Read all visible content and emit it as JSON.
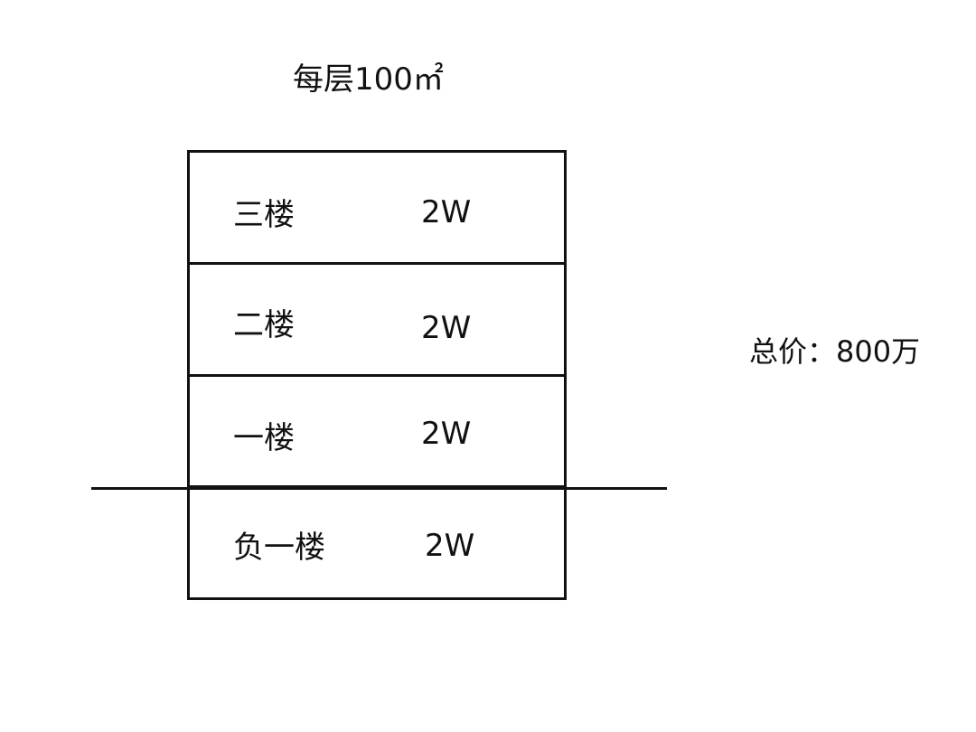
{
  "header": {
    "area_label": "每层100㎡"
  },
  "floors": [
    {
      "name": "三楼",
      "price": "2W"
    },
    {
      "name": "二楼",
      "price": "2W"
    },
    {
      "name": "一楼",
      "price": "2W"
    },
    {
      "name": "负一楼",
      "price": "2W"
    }
  ],
  "summary": {
    "total_price": "总价：800万"
  },
  "colors": {
    "line": "#111111",
    "background": "#ffffff"
  }
}
